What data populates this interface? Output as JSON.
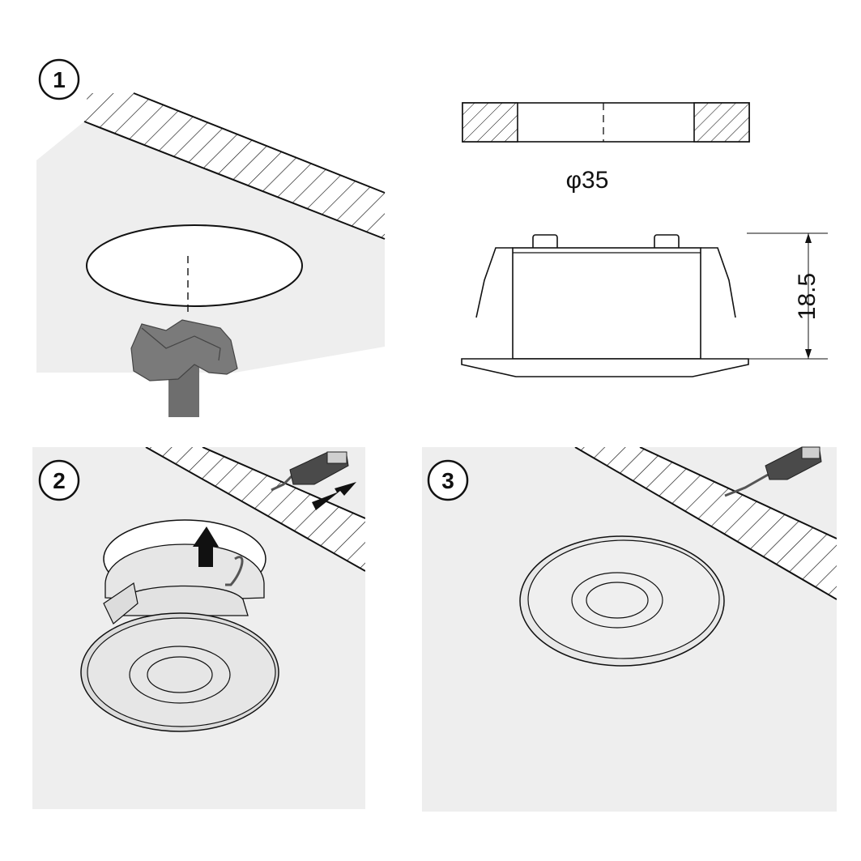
{
  "steps": [
    {
      "number": "1"
    },
    {
      "number": "2"
    },
    {
      "number": "3"
    }
  ],
  "dimensions": {
    "cutout_diameter": "φ35",
    "height": "18.5"
  },
  "colors": {
    "panel_gray": "#eeeeee",
    "line": "#111111",
    "tool_gray": "#6e6e6e",
    "background": "#ffffff"
  },
  "icons": [
    "drill-tool-icon",
    "connector-plug-icon",
    "arrow-up-icon",
    "arrow-right-icon"
  ]
}
